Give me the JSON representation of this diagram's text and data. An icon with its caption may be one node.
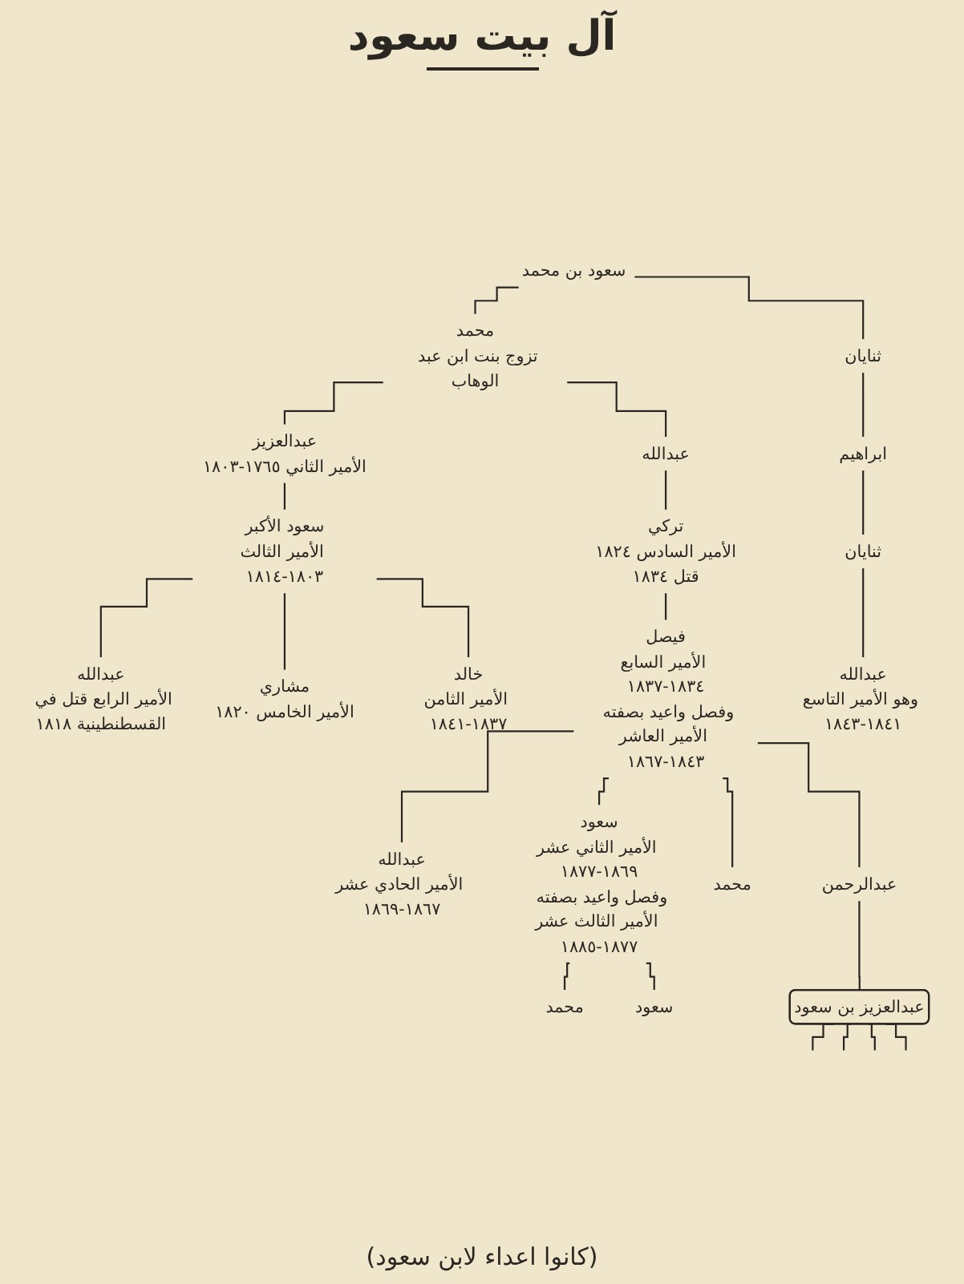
{
  "diagram": {
    "title": "آل بيت سعود",
    "nodes": [
      {
        "text": [
          "سعود بن محمد"
        ]
      },
      {
        "text": [
          "ثنايان"
        ]
      },
      {
        "text": [
          "محمد",
          "تزوج بنت ابن عبد الوهاب"
        ]
      },
      {
        "text": [
          "عبدالله"
        ]
      },
      {
        "text": [
          "عبدالعزيز",
          "الأمير الثاني ١٧٦٥-١٨٠٣"
        ]
      },
      {
        "text": [
          "ابراهيم"
        ]
      },
      {
        "text": [
          "تركي",
          "الأمير السادس ١٨٢٤",
          "قتل ١٨٣٤"
        ]
      },
      {
        "text": [
          "سعود الأكبر",
          "الأمير الثالث ١٨٠٣-١٨١٤"
        ]
      },
      {
        "text": [
          "ثنايان"
        ]
      },
      {
        "text": [
          "فيصل",
          "الأمير السابع ١٨٣٤-١٨٣٧",
          "وفصل واعيد بصفته الأمير العاشر ١٨٤٣-١٨٦٧"
        ]
      },
      {
        "text": [
          "خالد",
          "الأمير الثامن ١٨٣٧-١٨٤١"
        ]
      },
      {
        "text": [
          "مشاري",
          "الأمير الخامس ١٨٢٠"
        ]
      },
      {
        "text": [
          "عبدالله",
          "الأمير الرابع قتل في القسطنطينية ١٨١٨"
        ]
      },
      {
        "text": [
          "عبدالله",
          "وهو الأمير التاسع ١٨٤١-١٨٤٣"
        ]
      },
      {
        "text": [
          "عبدالرحمن"
        ]
      },
      {
        "text": [
          "محمد"
        ]
      },
      {
        "text": [
          "سعود",
          "الأمير الثاني عشر ١٨٦٩-١٨٧٧",
          "وفصل واعيد بصفته الأمير الثالث عشر ١٨٧٧-١٨٨٥"
        ]
      },
      {
        "text": [
          "عبدالله",
          "الأمير الحادي عشر ١٨٦٧-١٨٦٩"
        ]
      },
      {
        "text": [
          "سعود"
        ]
      },
      {
        "text": [
          "محمد"
        ]
      },
      {
        "text": [
          "عبدالعزيز بن سعود"
        ]
      }
    ],
    "edges": [
      {
        "from": 0,
        "to": 2,
        "arrow": "none"
      },
      {
        "from": 0,
        "to": 1,
        "arrow": "none"
      },
      {
        "from": 2,
        "to": 4,
        "arrow": "none"
      },
      {
        "from": 2,
        "to": 3,
        "arrow": "none"
      },
      {
        "from": 4,
        "to": 7,
        "arrow": "none"
      },
      {
        "from": 7,
        "to": 12,
        "arrow": "none"
      },
      {
        "from": 7,
        "to": 11,
        "arrow": "none"
      },
      {
        "from": 7,
        "to": 10,
        "arrow": "none"
      },
      {
        "from": 3,
        "to": 6,
        "arrow": "none"
      },
      {
        "from": 6,
        "to": 9,
        "arrow": "none"
      },
      {
        "from": 9,
        "to": 17,
        "arrow": "none"
      },
      {
        "from": 9,
        "to": 16,
        "arrow": "none"
      },
      {
        "from": 9,
        "to": 15,
        "arrow": "none"
      },
      {
        "from": 9,
        "to": 14,
        "arrow": "none"
      },
      {
        "from": 16,
        "to": 19,
        "arrow": "none"
      },
      {
        "from": 16,
        "to": 18,
        "arrow": "none"
      },
      {
        "from": 14,
        "to": 20,
        "arrow": "none"
      },
      {
        "from": 1,
        "to": 5,
        "arrow": "none"
      },
      {
        "from": 5,
        "to": 8,
        "arrow": "none"
      },
      {
        "from": 8,
        "to": 13,
        "arrow": "none"
      },
      {
        "from": 20,
        "to": null,
        "arrow": "none"
      },
      {
        "from": 20,
        "to": null,
        "arrow": "none"
      },
      {
        "from": 20,
        "to": null,
        "arrow": "none"
      },
      {
        "from": 20,
        "to": null,
        "arrow": "none"
      }
    ],
    "labels": [
      "(كانوا اعداء لابن سعود)"
    ]
  }
}
